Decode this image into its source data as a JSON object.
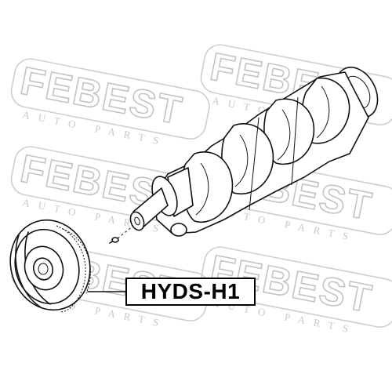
{
  "part_number": "HYDS-H1",
  "watermark": {
    "brand": "FEBEST",
    "subtitle": "AUTO PARTS",
    "color": "#c4c4c4"
  },
  "parts": [
    {
      "name": "crankshaft",
      "depicted": true
    },
    {
      "name": "crankshaft-pulley",
      "depicted": true,
      "highlighted": true
    }
  ],
  "colors": {
    "line": "#111111",
    "background": "#ffffff"
  }
}
